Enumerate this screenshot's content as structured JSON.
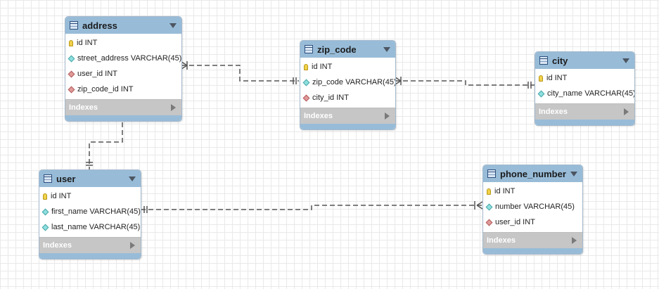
{
  "tables": [
    {
      "id": "address",
      "name": "address",
      "columns": [
        {
          "text": "id INT",
          "kind": "pk"
        },
        {
          "text": "street_address VARCHAR(45)",
          "kind": "attr"
        },
        {
          "text": "user_id INT",
          "kind": "fk"
        },
        {
          "text": "zip_code_id INT",
          "kind": "fk"
        }
      ],
      "indexes_label": "Indexes"
    },
    {
      "id": "zip_code",
      "name": "zip_code",
      "columns": [
        {
          "text": "id INT",
          "kind": "pk"
        },
        {
          "text": "zip_code VARCHAR(45)",
          "kind": "attr"
        },
        {
          "text": "city_id INT",
          "kind": "fk"
        }
      ],
      "indexes_label": "Indexes"
    },
    {
      "id": "city",
      "name": "city",
      "columns": [
        {
          "text": "id INT",
          "kind": "pk"
        },
        {
          "text": "city_name VARCHAR(45)",
          "kind": "attr"
        }
      ],
      "indexes_label": "Indexes"
    },
    {
      "id": "user",
      "name": "user",
      "columns": [
        {
          "text": "id INT",
          "kind": "pk"
        },
        {
          "text": "first_name VARCHAR(45)",
          "kind": "attr"
        },
        {
          "text": "last_name VARCHAR(45)",
          "kind": "attr"
        }
      ],
      "indexes_label": "Indexes"
    },
    {
      "id": "phone_number",
      "name": "phone_number",
      "columns": [
        {
          "text": "id INT",
          "kind": "pk"
        },
        {
          "text": "number VARCHAR(45)",
          "kind": "attr"
        },
        {
          "text": "user_id INT",
          "kind": "fk"
        }
      ],
      "indexes_label": "Indexes"
    }
  ],
  "relationships": [
    {
      "from": "address",
      "to": "zip_code",
      "from_end": "many",
      "to_end": "one"
    },
    {
      "from": "zip_code",
      "to": "city",
      "from_end": "many",
      "to_end": "one"
    },
    {
      "from": "address",
      "to": "user",
      "from_end": "many",
      "to_end": "one"
    },
    {
      "from": "phone_number",
      "to": "user",
      "from_end": "many",
      "to_end": "one"
    }
  ],
  "colors": {
    "header": "#98bcd8",
    "indexes_bar": "#c6c6c6",
    "connector": "#555555",
    "primary_key_icon": "#efd24a",
    "attribute_icon": "#8ee0e0",
    "foreign_key_icon": "#e09a9a"
  }
}
